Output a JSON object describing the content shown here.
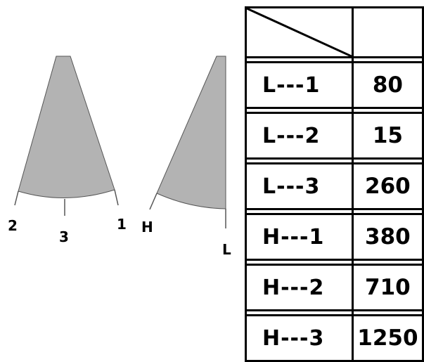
{
  "diagram": {
    "left_cone_labels": [
      "2",
      "3",
      "1"
    ],
    "right_cone_labels": [
      "H",
      "L"
    ]
  },
  "table": {
    "header_value": "",
    "rows": [
      {
        "label": "L---1",
        "value": "80"
      },
      {
        "label": "L---2",
        "value": "15"
      },
      {
        "label": "L---3",
        "value": "260"
      },
      {
        "label": "H---1",
        "value": "380"
      },
      {
        "label": "H---2",
        "value": "710"
      },
      {
        "label": "H---3",
        "value": "1250"
      }
    ]
  },
  "colors": {
    "cone_fill": "#b3b3b3",
    "line": "#000000",
    "background": "#ffffff"
  }
}
